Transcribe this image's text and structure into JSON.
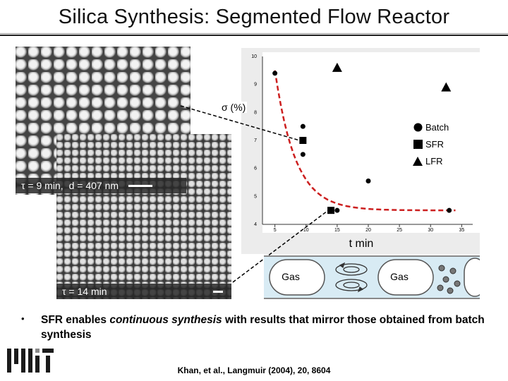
{
  "title": "Silica Synthesis: Segmented Flow Reactor",
  "sem_images": [
    {
      "caption_tau": "τ = 9 min,",
      "caption_d": "d = 407 nm"
    },
    {
      "caption_tau": "τ = 14 min"
    }
  ],
  "sigma_label": "σ (%)",
  "legend": [
    {
      "label": "Batch",
      "marker": "circle"
    },
    {
      "label": "SFR",
      "marker": "square"
    },
    {
      "label": "LFR",
      "marker": "triangle"
    }
  ],
  "chart_data": {
    "type": "scatter",
    "xlabel": "t min",
    "ylabel": "σ (%)",
    "xlim": [
      3,
      37
    ],
    "ylim": [
      4,
      10
    ],
    "xticks": [
      "5",
      "10",
      "15",
      "20",
      "25",
      "30",
      "35"
    ],
    "yticks": [
      "4",
      "5",
      "6",
      "7",
      "8",
      "9",
      "10"
    ],
    "series": [
      {
        "name": "Batch",
        "marker": "circle",
        "points": [
          [
            5,
            9.4
          ],
          [
            9.5,
            7.5
          ],
          [
            9.5,
            6.5
          ],
          [
            15,
            4.5
          ],
          [
            20,
            5.55
          ],
          [
            33,
            4.5
          ]
        ]
      },
      {
        "name": "SFR",
        "marker": "square",
        "points": [
          [
            9.5,
            7.0
          ],
          [
            14,
            4.5
          ]
        ]
      },
      {
        "name": "LFR",
        "marker": "triangle",
        "points": [
          [
            15,
            9.6
          ],
          [
            32.5,
            8.9
          ]
        ]
      }
    ],
    "fit_curve_color": "#cc1f1f"
  },
  "channel": {
    "left_label": "Gas",
    "right_label": "Gas"
  },
  "bullet": {
    "marker": "•",
    "text_before": "SFR enables ",
    "text_italic": "continuous synthesis",
    "text_after": " with results that mirror those obtained from batch synthesis"
  },
  "footer": "Khan, et al., Langmuir (2004), 20, 8604",
  "logo_text": "MIT"
}
